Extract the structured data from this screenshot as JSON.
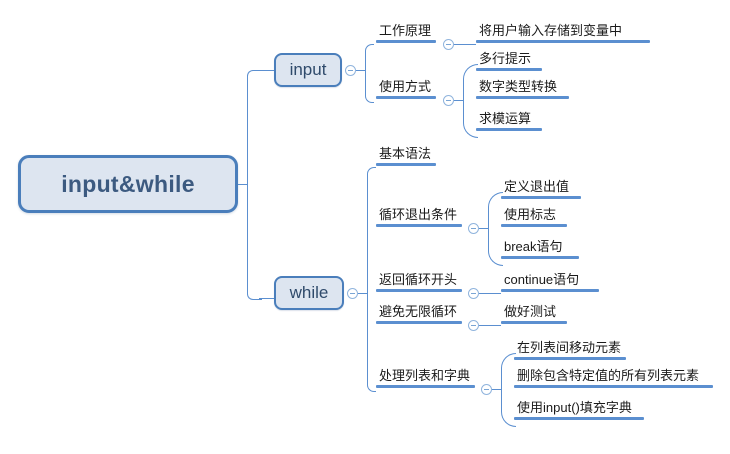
{
  "document": {
    "type": "mind-map",
    "title": "input&while"
  },
  "colors": {
    "node_fill": "#dde5f0",
    "node_border": "#4a7ebb",
    "root_text": "#3c5a80",
    "branch_line": "#5b8fd0",
    "underline_bar": "#5b8fd0",
    "text": "#1b1b1b",
    "background": "#ffffff"
  },
  "root": {
    "label": "input&while"
  },
  "branches": [
    {
      "id": "input",
      "label": "input",
      "collapse_icon": "minus-circle-icon",
      "children": [
        {
          "label": "工作原理",
          "collapse_icon": "minus-circle-icon",
          "children": [
            {
              "label": "将用户输入存储到变量中"
            }
          ]
        },
        {
          "label": "使用方式",
          "collapse_icon": "minus-circle-icon",
          "children": [
            {
              "label": "多行提示"
            },
            {
              "label": "数字类型转换"
            },
            {
              "label": "求模运算"
            }
          ]
        }
      ]
    },
    {
      "id": "while",
      "label": "while",
      "collapse_icon": "minus-circle-icon",
      "children": [
        {
          "label": "基本语法",
          "children": []
        },
        {
          "label": "循环退出条件",
          "collapse_icon": "minus-circle-icon",
          "children": [
            {
              "label": "定义退出值"
            },
            {
              "label": "使用标志"
            },
            {
              "label": "break语句"
            }
          ]
        },
        {
          "label": "返回循环开头",
          "collapse_icon": "minus-circle-icon",
          "children": [
            {
              "label": "continue语句"
            }
          ]
        },
        {
          "label": "避免无限循环",
          "collapse_icon": "minus-circle-icon",
          "children": [
            {
              "label": "做好测试"
            }
          ]
        },
        {
          "label": "处理列表和字典",
          "collapse_icon": "minus-circle-icon",
          "children": [
            {
              "label": "在列表间移动元素"
            },
            {
              "label": "删除包含特定值的所有列表元素"
            },
            {
              "label": "使用input()填充字典"
            }
          ]
        }
      ]
    }
  ]
}
